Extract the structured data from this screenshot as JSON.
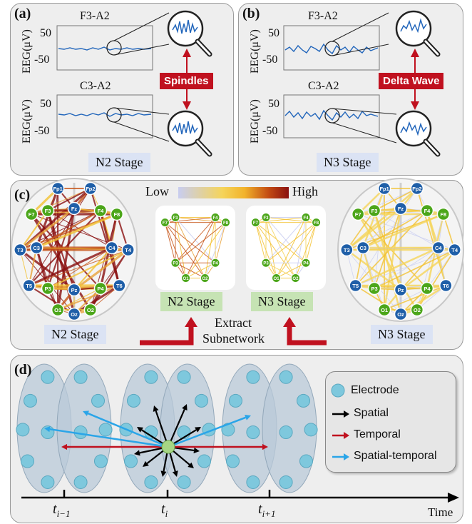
{
  "panel_a": {
    "label": "(a)",
    "top_channel": "F3-A2",
    "bottom_channel": "C3-A2",
    "ylabel": "EEG(μV)",
    "tick_hi": "50",
    "tick_lo": "-50",
    "marker": "Spindles",
    "stage": "N2 Stage"
  },
  "panel_b": {
    "label": "(b)",
    "top_channel": "F3-A2",
    "bottom_channel": "C3-A2",
    "ylabel": "EEG(μV)",
    "tick_hi": "50",
    "tick_lo": "-50",
    "marker": "Delta Wave",
    "stage": "N3 Stage"
  },
  "panel_c": {
    "label": "(c)",
    "colorbar_low": "Low",
    "colorbar_high": "High",
    "left_stage": "N2 Stage",
    "right_stage": "N3 Stage",
    "sub_n2": "N2 Stage",
    "sub_n3": "N3 Stage",
    "extract_line1": "Extract",
    "extract_line2": "Subnetwork",
    "electrodes": [
      "Fp1",
      "Fp2",
      "F7",
      "F3",
      "Fz",
      "F4",
      "F8",
      "T3",
      "C3",
      "C4",
      "T4",
      "T5",
      "P3",
      "Pz",
      "P4",
      "T6",
      "O1",
      "Oz",
      "O2"
    ],
    "colors": {
      "frontal": "#1f5fa8",
      "other": "#4ca61a",
      "low": "#c8cdf0",
      "mid": "#f3c232",
      "high": "#8a1010"
    }
  },
  "panel_d": {
    "label": "(d)",
    "legend": {
      "electrode": "Electrode",
      "spatial": "Spatial",
      "temporal": "Temporal",
      "spatiotemporal": "Spatial-temporal"
    },
    "time_label": "Time",
    "t_prev": "t",
    "t_prev_sub": "i−1",
    "t_cur": "t",
    "t_cur_sub": "i",
    "t_next": "t",
    "t_next_sub": "i+1",
    "colors": {
      "electrode": "#7ec8dd",
      "spatial": "#000000",
      "temporal": "#c0111f",
      "spatiotemporal": "#2aa5e8"
    }
  }
}
